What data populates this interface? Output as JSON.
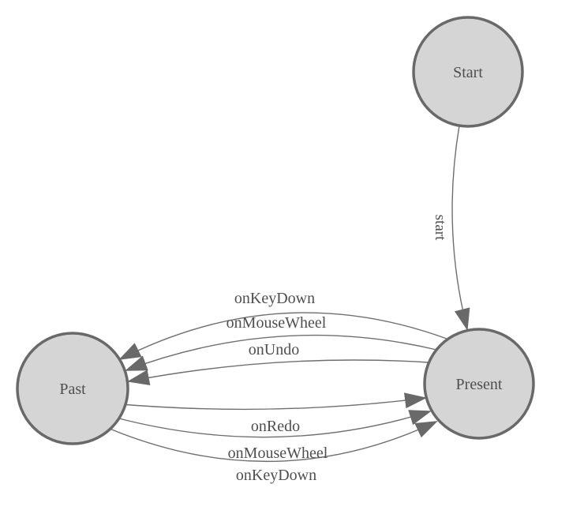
{
  "diagram": {
    "type": "finite-state-machine",
    "nodes": [
      {
        "id": "start",
        "label": "Start"
      },
      {
        "id": "present",
        "label": "Present"
      },
      {
        "id": "past",
        "label": "Past"
      }
    ],
    "edges": [
      {
        "from": "start",
        "to": "present",
        "label": "start"
      },
      {
        "from": "present",
        "to": "past",
        "label": "onKeyDown"
      },
      {
        "from": "present",
        "to": "past",
        "label": "onMouseWheel"
      },
      {
        "from": "present",
        "to": "past",
        "label": "onUndo"
      },
      {
        "from": "past",
        "to": "present",
        "label": "onRedo"
      },
      {
        "from": "past",
        "to": "present",
        "label": "onMouseWheel"
      },
      {
        "from": "past",
        "to": "present",
        "label": "onKeyDown"
      }
    ]
  },
  "colors": {
    "background": "#ffffff",
    "node_fill": "#d5d5d5",
    "node_stroke": "#696969",
    "edge_stroke": "#6f6f6f",
    "arrow_fill": "#696969",
    "text": "#4f4f4f"
  }
}
